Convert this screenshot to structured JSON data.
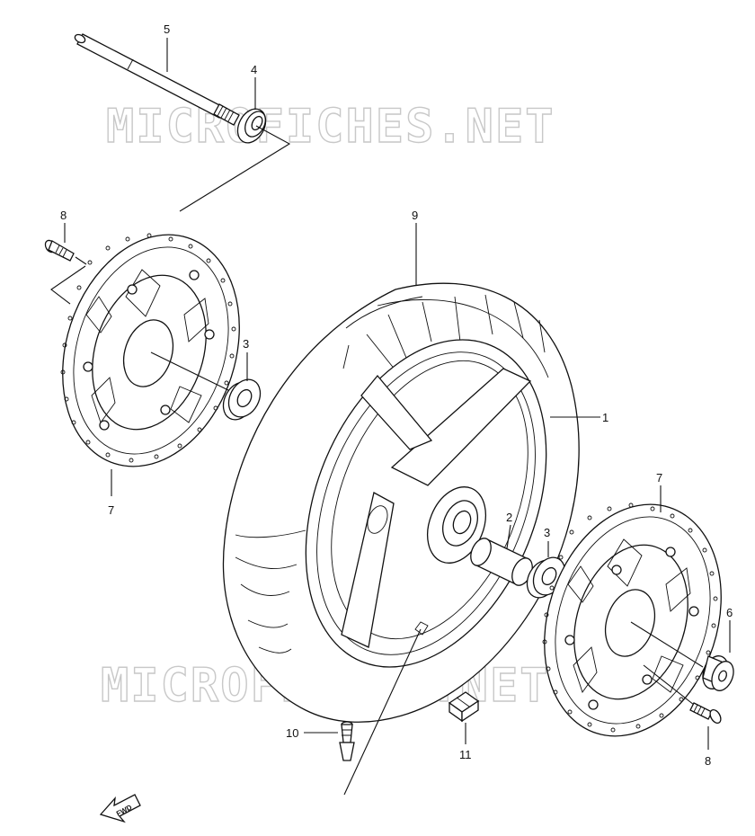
{
  "watermark": "MICROFICHES.NET",
  "fwd_label": "FWD",
  "callouts": {
    "c1": "1",
    "c2": "2",
    "c3a": "3",
    "c3b": "3",
    "c4": "4",
    "c5": "5",
    "c6": "6",
    "c7a": "7",
    "c7b": "7",
    "c8a": "8",
    "c8b": "8",
    "c9": "9",
    "c10": "10",
    "c11": "11"
  }
}
